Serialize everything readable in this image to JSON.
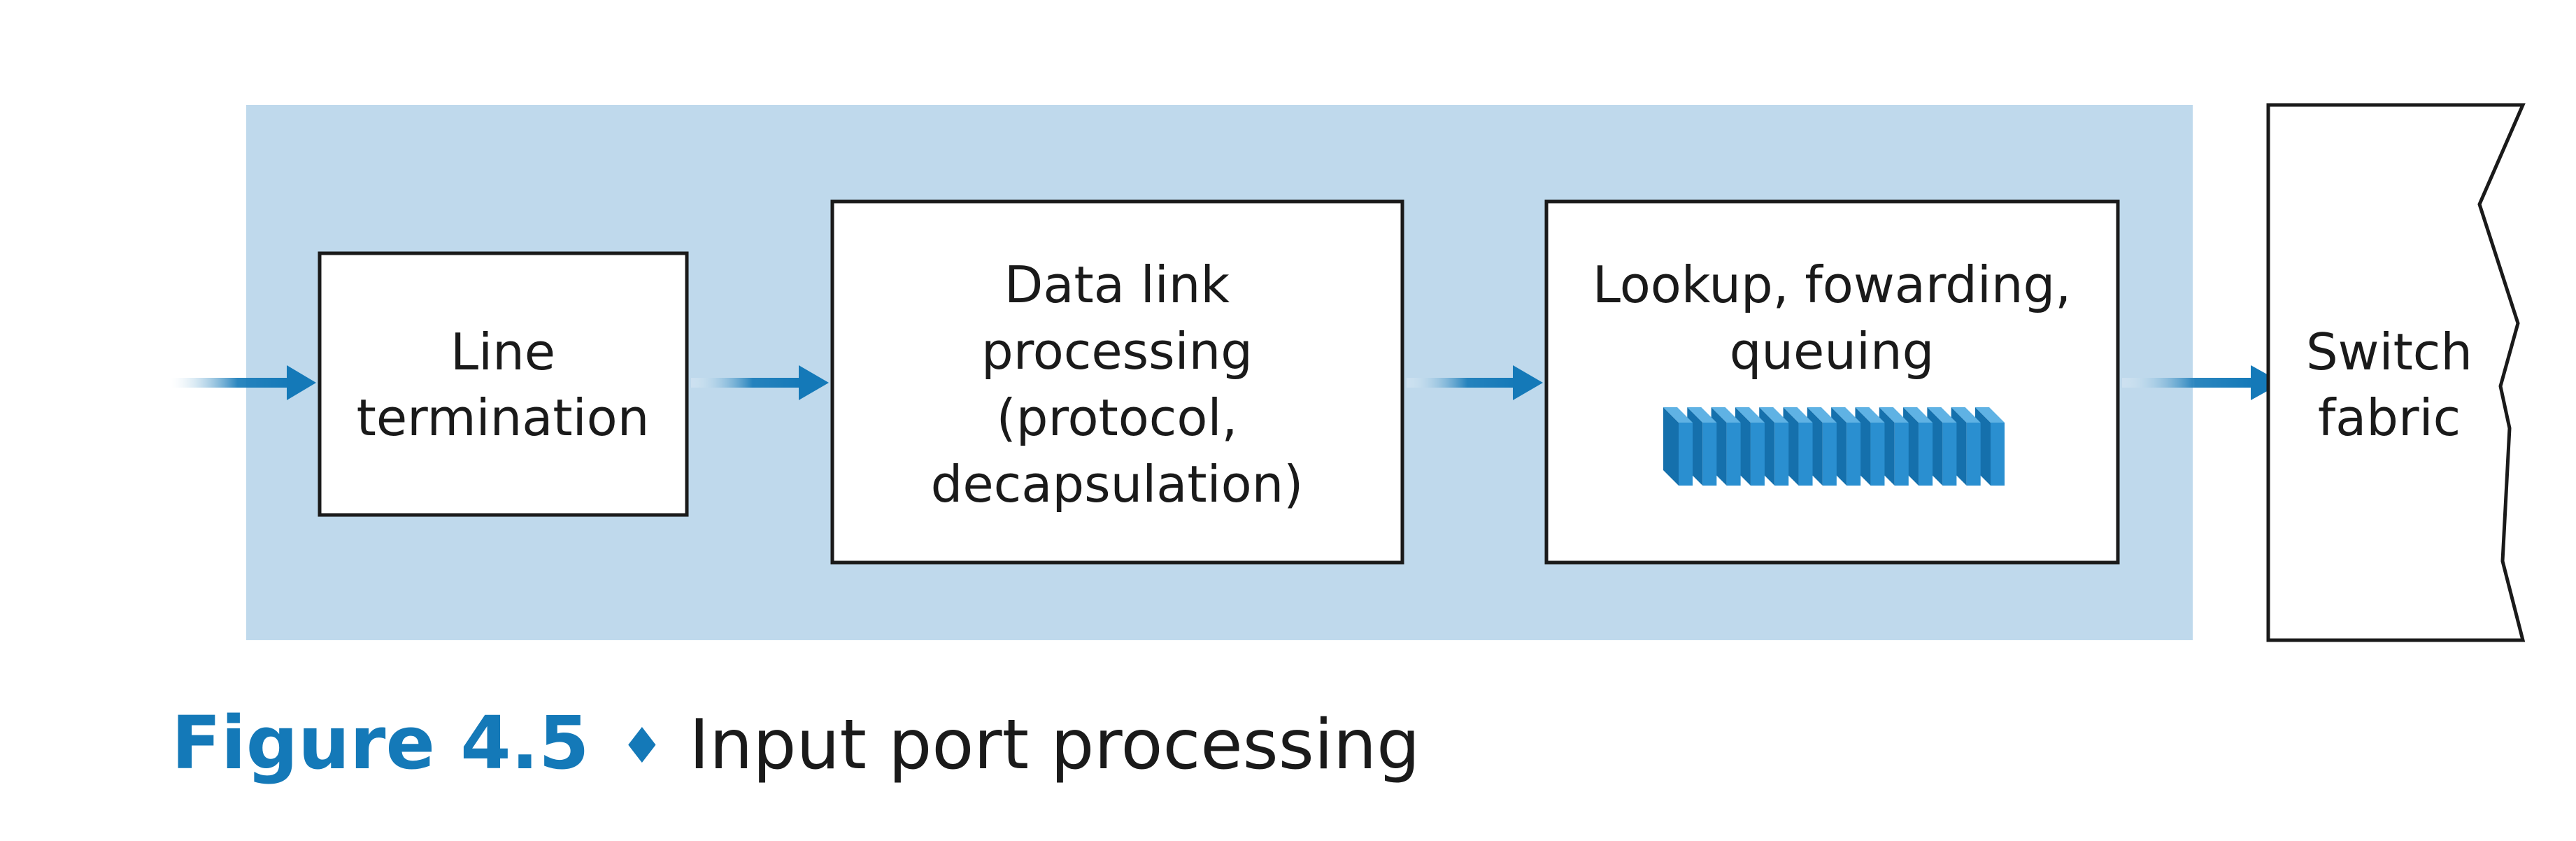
{
  "boxes": {
    "line_termination": [
      "Line",
      "termination"
    ],
    "data_link": [
      "Data link",
      "processing",
      "(protocol,",
      "decapsulation)"
    ],
    "lookup": [
      "Lookup, fowarding,",
      "queuing"
    ],
    "switch_fabric": [
      "Switch",
      "fabric"
    ]
  },
  "caption": {
    "figure_number": "Figure 4.5",
    "separator": "♦",
    "title": "Input port processing"
  },
  "colors": {
    "panel_background": "#bfd9ec",
    "arrow_blue": "#1479b8",
    "caption_blue": "#1479b8",
    "queue_blue": "#2a8fd0"
  },
  "queue": {
    "slot_count": 14
  }
}
